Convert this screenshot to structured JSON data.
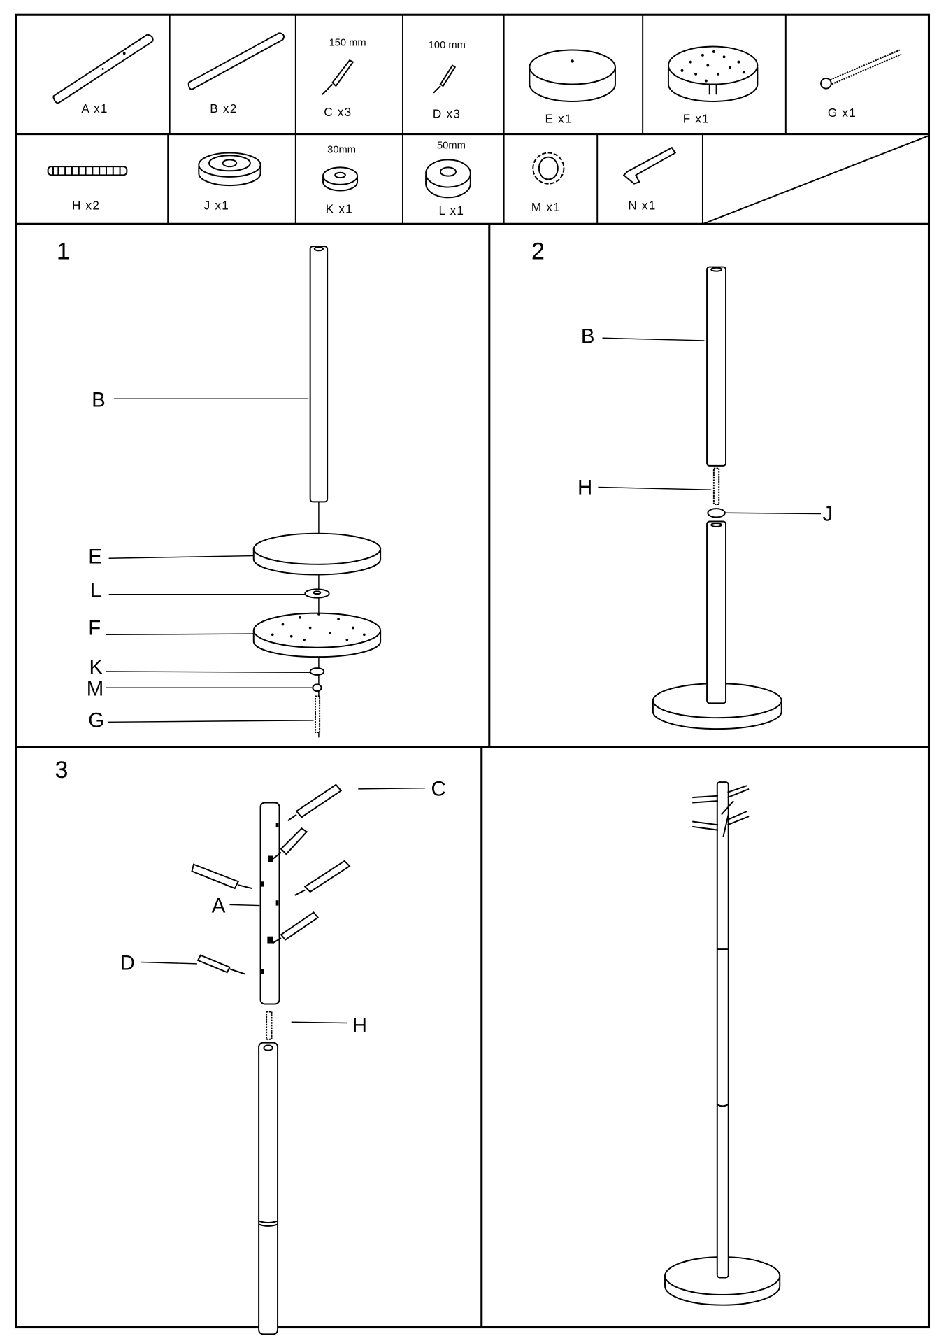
{
  "parts": [
    {
      "id": "A",
      "qty_label": "A x1"
    },
    {
      "id": "B",
      "qty_label": "B x2"
    },
    {
      "id": "C",
      "qty_label": "C x3",
      "dimension": "150 mm"
    },
    {
      "id": "D",
      "qty_label": "D x3",
      "dimension": "100 mm"
    },
    {
      "id": "E",
      "qty_label": "E x1"
    },
    {
      "id": "F",
      "qty_label": "F x1"
    },
    {
      "id": "G",
      "qty_label": "G x1"
    },
    {
      "id": "H",
      "qty_label": "H x2"
    },
    {
      "id": "J",
      "qty_label": "J x1"
    },
    {
      "id": "K",
      "qty_label": "K x1",
      "dimension": "30mm"
    },
    {
      "id": "L",
      "qty_label": "L x1",
      "dimension": "50mm"
    },
    {
      "id": "M",
      "qty_label": "M x1"
    },
    {
      "id": "N",
      "qty_label": "N x1"
    }
  ],
  "steps": [
    {
      "number": "1",
      "callouts": [
        "B",
        "E",
        "L",
        "F",
        "K",
        "M",
        "G"
      ]
    },
    {
      "number": "2",
      "callouts": [
        "B",
        "H",
        "J"
      ]
    },
    {
      "number": "3",
      "callouts": [
        "C",
        "A",
        "D",
        "H"
      ]
    }
  ]
}
